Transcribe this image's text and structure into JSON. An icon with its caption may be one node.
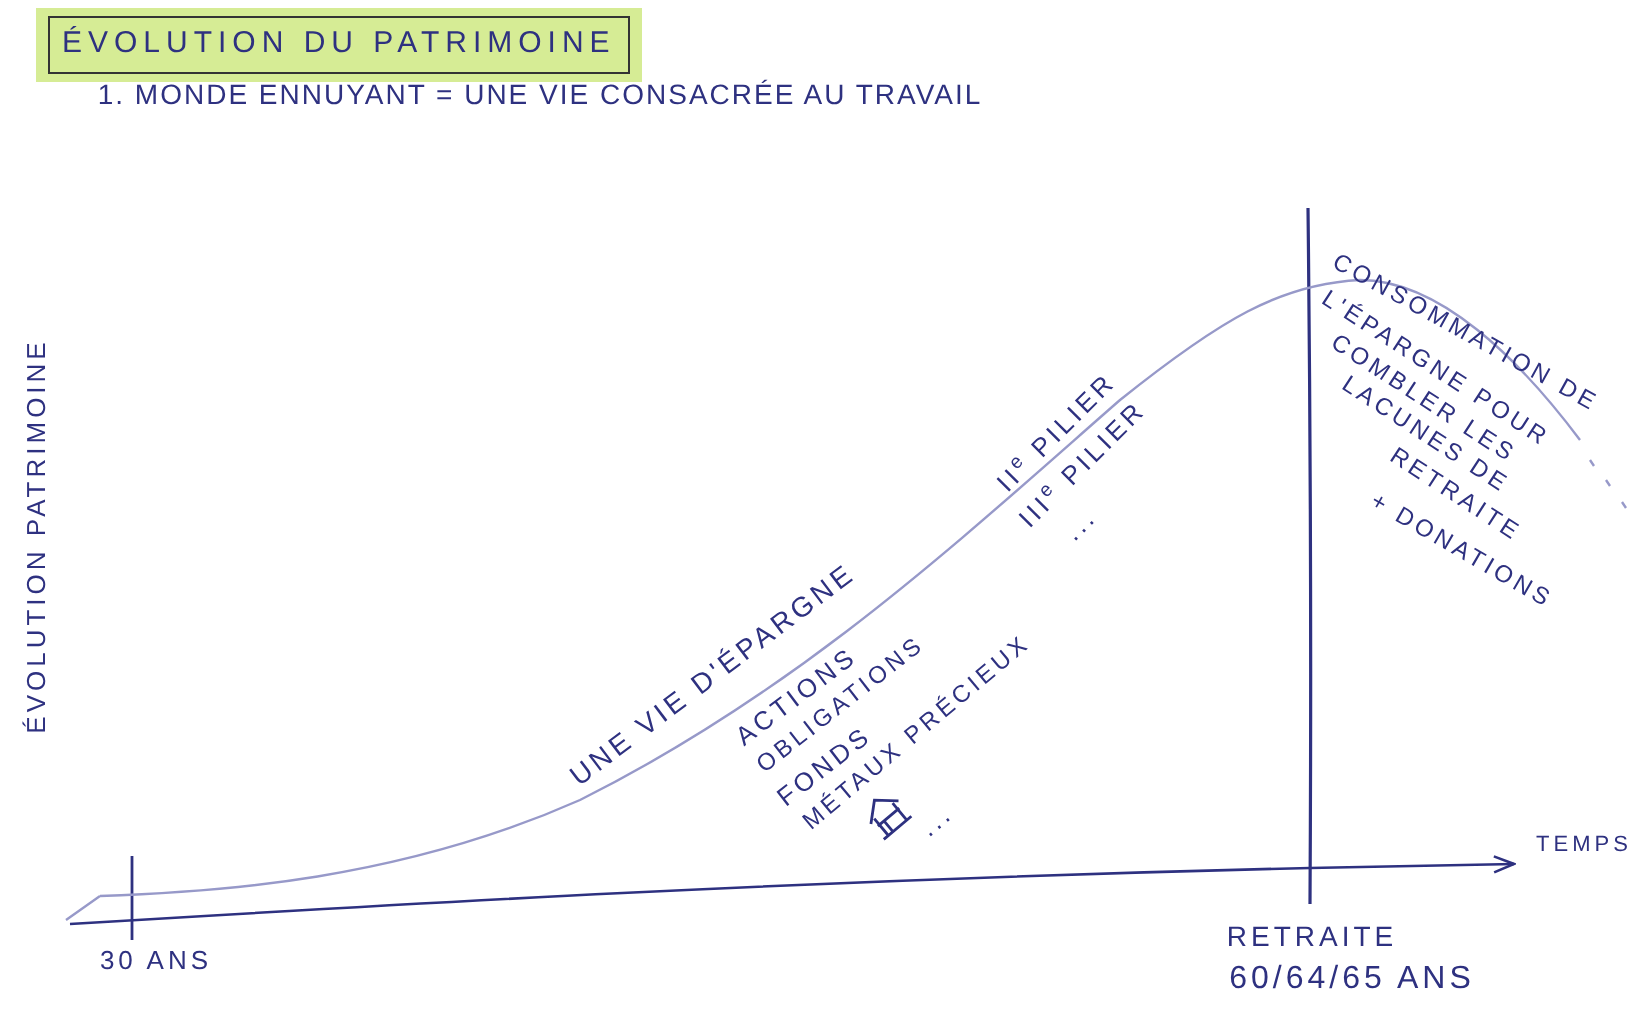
{
  "diagram": {
    "title": "ÉVOLUTION DU PATRIMOINE",
    "labels": [
      "1. MONDE ENNUYANT = UNE VIE CONSACRÉE AU TRAVAIL",
      "ÉVOLUTION PATRIMOINE",
      "CONSOMMATION DE",
      "L'ÉPARGNE POUR",
      "COMBLER LES",
      "LACUNES DE",
      "RETRAITE",
      "+ DONATIONS",
      "II$^{e}$ PILIER",
      "III$^{e}$ PILIER",
      "...",
      "UNE VIE D'ÉPARGNE",
      "ACTIONS",
      "OBLIGATIONS",
      "FONDS",
      "MÉTAUX PRÉCIEUX",
      "...",
      "TEMPS",
      "30 ANS",
      "RETRAITE",
      "60/64/65 ANS"
    ]
  }
}
